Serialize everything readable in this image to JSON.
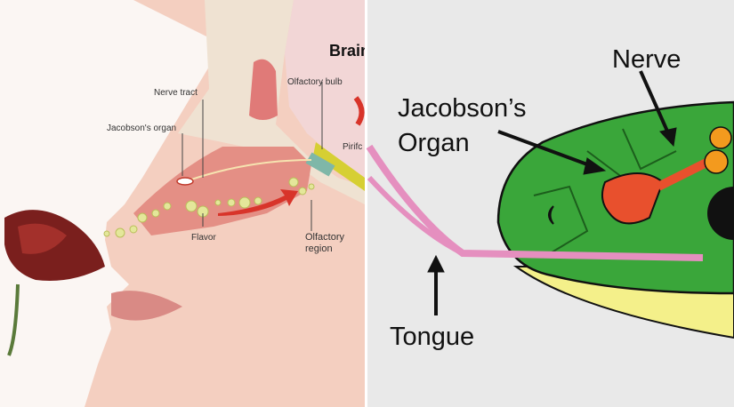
{
  "left_panel": {
    "labels": {
      "brain": "Brain",
      "olfactory_bulb": "Olfactory bulb",
      "nerve_tract": "Nerve tract",
      "jacobsons_organ": "Jacobson's organ",
      "piriform": "Pirifc",
      "flavor": "Flavor",
      "olfactory_region_1": "Olfactory",
      "olfactory_region_2": "region"
    }
  },
  "right_panel": {
    "labels": {
      "nerve": "Nerve",
      "jacobsons_organ_1": "Jacobson’s",
      "jacobsons_organ_2": "Organ",
      "tongue": "Tongue"
    }
  }
}
